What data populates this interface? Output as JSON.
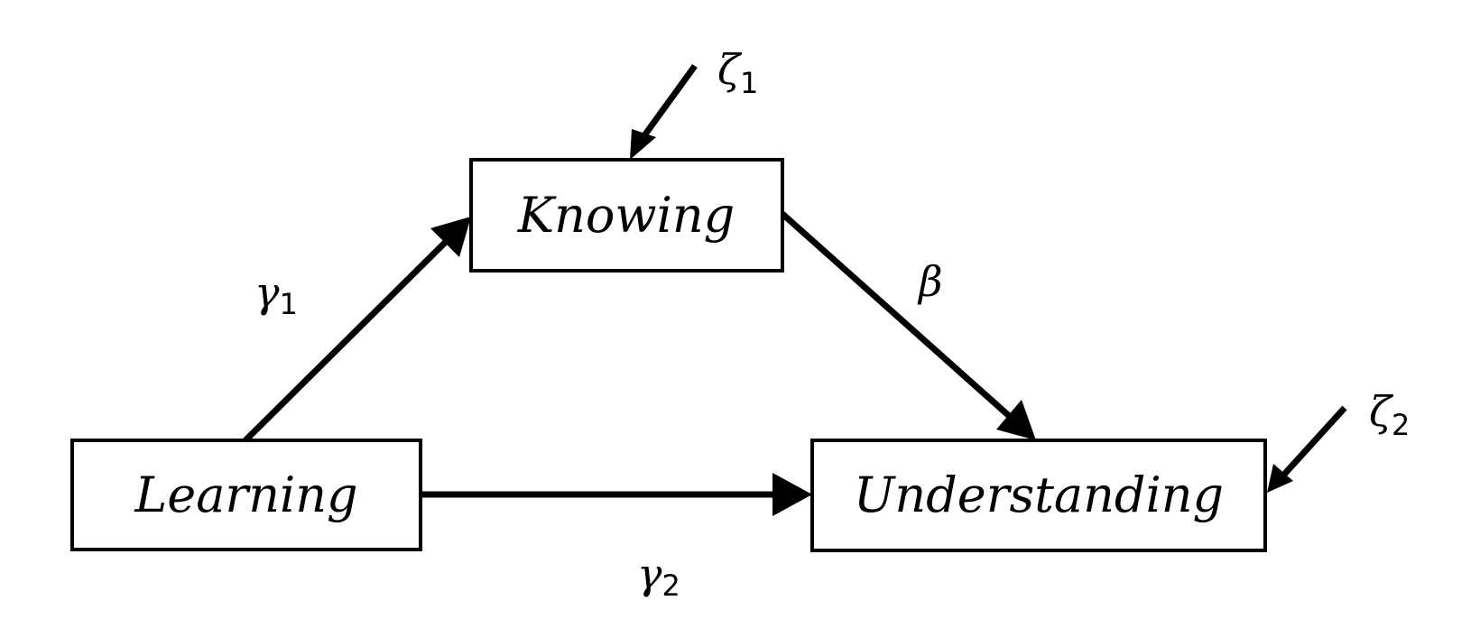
{
  "diagram": {
    "type": "path-diagram",
    "nodes": [
      {
        "id": "learning",
        "label": "Learning"
      },
      {
        "id": "knowing",
        "label": "Knowing"
      },
      {
        "id": "understanding",
        "label": "Understanding"
      }
    ],
    "paths": [
      {
        "id": "gamma1",
        "from": "learning",
        "to": "knowing",
        "symbol": "γ",
        "subscript": "1"
      },
      {
        "id": "beta",
        "from": "knowing",
        "to": "understanding",
        "symbol": "β",
        "subscript": ""
      },
      {
        "id": "gamma2",
        "from": "learning",
        "to": "understanding",
        "symbol": "γ",
        "subscript": "2"
      }
    ],
    "disturbances": [
      {
        "id": "zeta1",
        "target": "knowing",
        "symbol": "ζ",
        "subscript": "1"
      },
      {
        "id": "zeta2",
        "target": "understanding",
        "symbol": "ζ",
        "subscript": "2"
      }
    ]
  }
}
